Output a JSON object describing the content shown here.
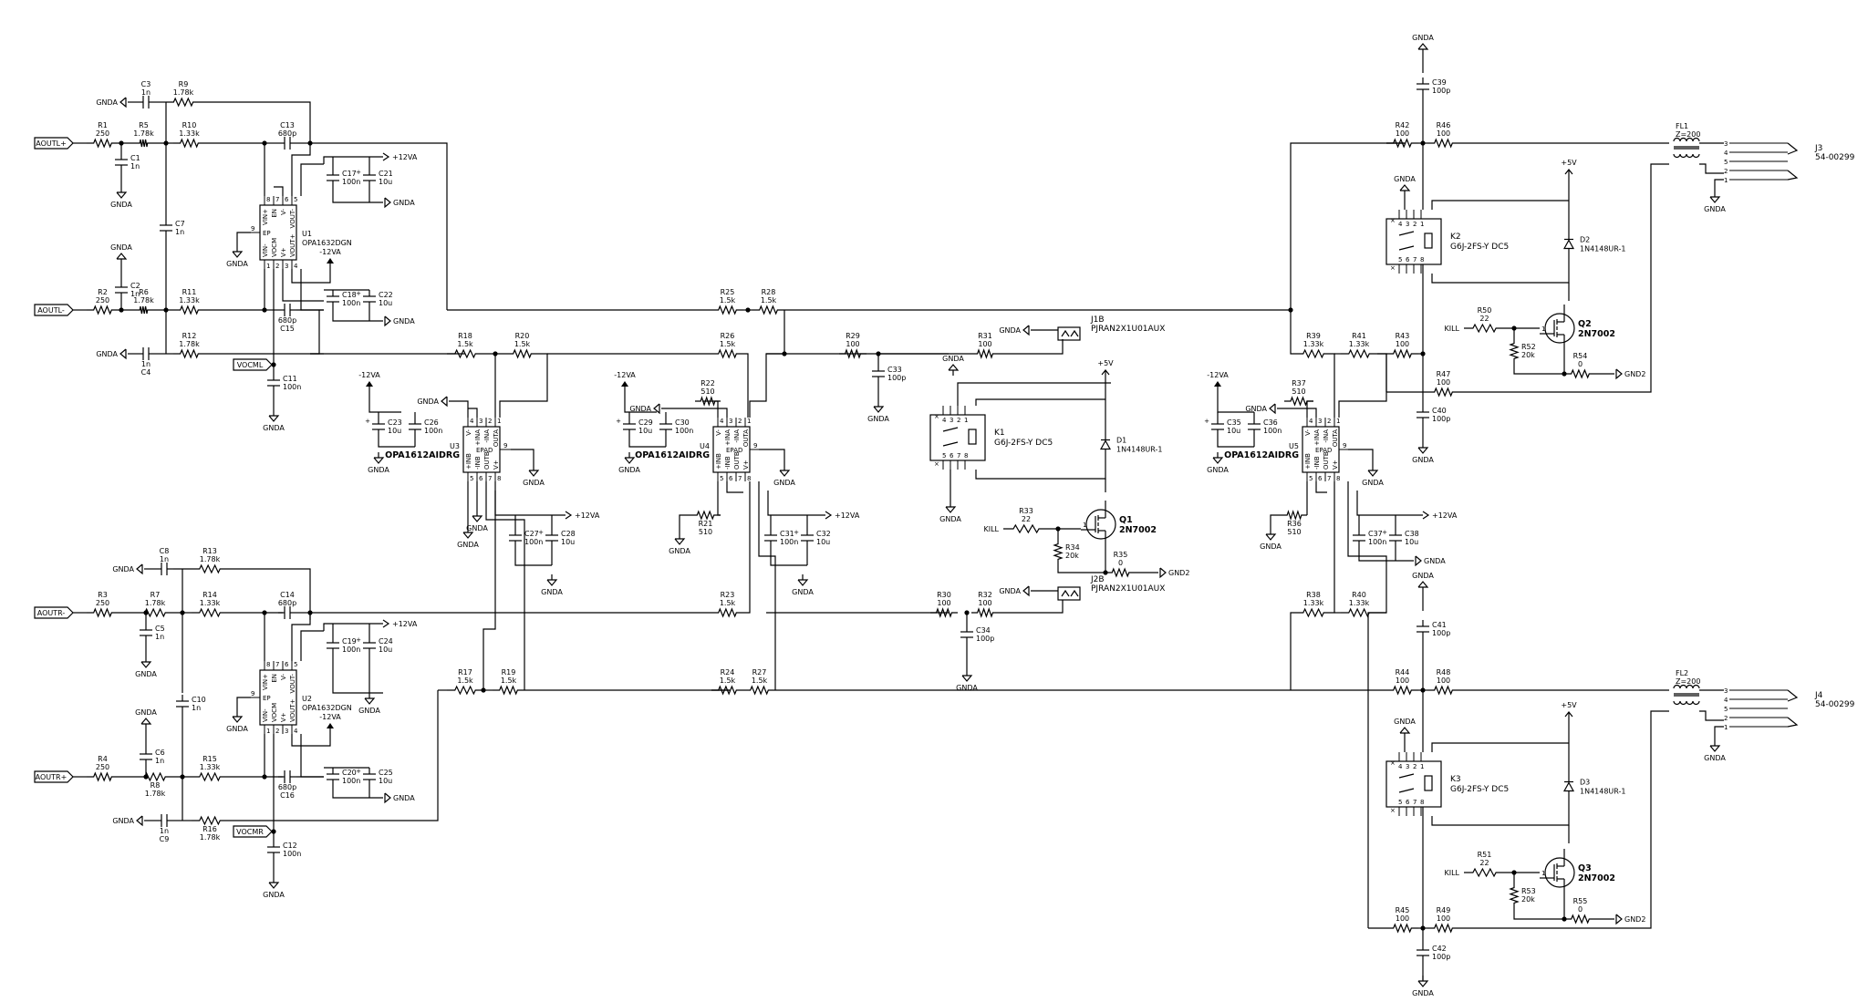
{
  "nets": {
    "aoutl_p": "AOUTL+",
    "aoutl_n": "AOUTL-",
    "aoutr_n": "AOUTR-",
    "aoutr_p": "AOUTR+",
    "vocml": "VOCML",
    "vocmr": "VOCMR"
  },
  "power": {
    "gnda": "GNDA",
    "gnd2": "GND2",
    "p12va": "+12VA",
    "m12va": "-12VA",
    "p5v": "+5V",
    "kill": "KILL"
  },
  "resistors": [
    {
      "ref": "R1",
      "val": "250"
    },
    {
      "ref": "R2",
      "val": "250"
    },
    {
      "ref": "R3",
      "val": "250"
    },
    {
      "ref": "R4",
      "val": "250"
    },
    {
      "ref": "R5",
      "val": "1.78k"
    },
    {
      "ref": "R6",
      "val": "1.78k"
    },
    {
      "ref": "R7",
      "val": "1.78k"
    },
    {
      "ref": "R8",
      "val": "1.78k"
    },
    {
      "ref": "R9",
      "val": "1.78k"
    },
    {
      "ref": "R10",
      "val": "1.33k"
    },
    {
      "ref": "R11",
      "val": "1.33k"
    },
    {
      "ref": "R12",
      "val": "1.78k"
    },
    {
      "ref": "R13",
      "val": "1.78k"
    },
    {
      "ref": "R14",
      "val": "1.33k"
    },
    {
      "ref": "R15",
      "val": "1.33k"
    },
    {
      "ref": "R16",
      "val": "1.78k"
    },
    {
      "ref": "R17",
      "val": "1.5k"
    },
    {
      "ref": "R18",
      "val": "1.5k"
    },
    {
      "ref": "R19",
      "val": "1.5k"
    },
    {
      "ref": "R20",
      "val": "1.5k"
    },
    {
      "ref": "R21",
      "val": "510"
    },
    {
      "ref": "R22",
      "val": "510"
    },
    {
      "ref": "R23",
      "val": "1.5k"
    },
    {
      "ref": "R24",
      "val": "1.5k"
    },
    {
      "ref": "R25",
      "val": "1.5k"
    },
    {
      "ref": "R26",
      "val": "1.5k"
    },
    {
      "ref": "R27",
      "val": "1.5k"
    },
    {
      "ref": "R28",
      "val": "1.5k"
    },
    {
      "ref": "R29",
      "val": "100"
    },
    {
      "ref": "R30",
      "val": "100"
    },
    {
      "ref": "R31",
      "val": "100"
    },
    {
      "ref": "R32",
      "val": "100"
    },
    {
      "ref": "R33",
      "val": "22"
    },
    {
      "ref": "R34",
      "val": "20k"
    },
    {
      "ref": "R35",
      "val": "0"
    },
    {
      "ref": "R36",
      "val": "510"
    },
    {
      "ref": "R37",
      "val": "510"
    },
    {
      "ref": "R38",
      "val": "1.33k"
    },
    {
      "ref": "R39",
      "val": "1.33k"
    },
    {
      "ref": "R40",
      "val": "1.33k"
    },
    {
      "ref": "R41",
      "val": "1.33k"
    },
    {
      "ref": "R42",
      "val": "100"
    },
    {
      "ref": "R43",
      "val": "100"
    },
    {
      "ref": "R44",
      "val": "100"
    },
    {
      "ref": "R45",
      "val": "100"
    },
    {
      "ref": "R46",
      "val": "100"
    },
    {
      "ref": "R47",
      "val": "100"
    },
    {
      "ref": "R48",
      "val": "100"
    },
    {
      "ref": "R49",
      "val": "100"
    },
    {
      "ref": "R50",
      "val": "22"
    },
    {
      "ref": "R51",
      "val": "22"
    },
    {
      "ref": "R52",
      "val": "20k"
    },
    {
      "ref": "R53",
      "val": "20k"
    },
    {
      "ref": "R54",
      "val": "0"
    },
    {
      "ref": "R55",
      "val": "0"
    }
  ],
  "capacitors": [
    {
      "ref": "C1",
      "val": "1n"
    },
    {
      "ref": "C2",
      "val": "1n"
    },
    {
      "ref": "C3",
      "val": "1n"
    },
    {
      "ref": "C4",
      "val": "1n"
    },
    {
      "ref": "C5",
      "val": "1n"
    },
    {
      "ref": "C6",
      "val": "1n"
    },
    {
      "ref": "C7",
      "val": "1n"
    },
    {
      "ref": "C8",
      "val": "1n"
    },
    {
      "ref": "C9",
      "val": "1n"
    },
    {
      "ref": "C10",
      "val": "1n"
    },
    {
      "ref": "C11",
      "val": "100n"
    },
    {
      "ref": "C12",
      "val": "100n"
    },
    {
      "ref": "C13",
      "val": "680p"
    },
    {
      "ref": "C14",
      "val": "680p"
    },
    {
      "ref": "C15",
      "val": "680p"
    },
    {
      "ref": "C16",
      "val": "680p"
    },
    {
      "ref": "C17",
      "val": "100n"
    },
    {
      "ref": "C18",
      "val": "100n"
    },
    {
      "ref": "C19",
      "val": "100n"
    },
    {
      "ref": "C20",
      "val": "100n"
    },
    {
      "ref": "C21",
      "val": "10u"
    },
    {
      "ref": "C22",
      "val": "10u"
    },
    {
      "ref": "C23",
      "val": "10u"
    },
    {
      "ref": "C24",
      "val": "10u"
    },
    {
      "ref": "C25",
      "val": "10u"
    },
    {
      "ref": "C26",
      "val": "100n"
    },
    {
      "ref": "C27",
      "val": "100n"
    },
    {
      "ref": "C28",
      "val": "10u"
    },
    {
      "ref": "C29",
      "val": "10u"
    },
    {
      "ref": "C30",
      "val": "100n"
    },
    {
      "ref": "C31",
      "val": "100n"
    },
    {
      "ref": "C32",
      "val": "10u"
    },
    {
      "ref": "C33",
      "val": "100p"
    },
    {
      "ref": "C34",
      "val": "100p"
    },
    {
      "ref": "C35",
      "val": "10u"
    },
    {
      "ref": "C36",
      "val": "100n"
    },
    {
      "ref": "C37",
      "val": "100n"
    },
    {
      "ref": "C38",
      "val": "10u"
    },
    {
      "ref": "C39",
      "val": "100p"
    },
    {
      "ref": "C40",
      "val": "100p"
    },
    {
      "ref": "C41",
      "val": "100p"
    },
    {
      "ref": "C42",
      "val": "100p"
    }
  ],
  "ics": [
    {
      "ref": "U1",
      "part": "OPA1632DGN"
    },
    {
      "ref": "U2",
      "part": "OPA1632DGN"
    },
    {
      "ref": "U3",
      "part": "OPA1612AIDRG"
    },
    {
      "ref": "U4",
      "part": "OPA1612AIDRG"
    },
    {
      "ref": "U5",
      "part": "OPA1612AIDRG"
    }
  ],
  "relays": [
    {
      "ref": "K1",
      "part": "G6J-2FS-Y DC5"
    },
    {
      "ref": "K2",
      "part": "G6J-2FS-Y DC5"
    },
    {
      "ref": "K3",
      "part": "G6J-2FS-Y DC5"
    }
  ],
  "diodes": [
    {
      "ref": "D1",
      "part": "1N4148UR-1"
    },
    {
      "ref": "D2",
      "part": "1N4148UR-1"
    },
    {
      "ref": "D3",
      "part": "1N4148UR-1"
    }
  ],
  "transistors": [
    {
      "ref": "Q1",
      "part": "2N7002"
    },
    {
      "ref": "Q2",
      "part": "2N7002"
    },
    {
      "ref": "Q3",
      "part": "2N7002"
    }
  ],
  "connectors": [
    {
      "ref": "J1B",
      "part": "PJRAN2X1U01AUX"
    },
    {
      "ref": "J2B",
      "part": "PJRAN2X1U01AUX"
    },
    {
      "ref": "J3",
      "part": "54-00299"
    },
    {
      "ref": "J4",
      "part": "54-00299"
    }
  ],
  "filters": [
    {
      "ref": "FL1",
      "val": "Z=200"
    },
    {
      "ref": "FL2",
      "val": "Z=200"
    }
  ],
  "pins": {
    "opa1632": [
      "VIN+",
      "EN",
      "V-",
      "VOUT-",
      "VIN-",
      "VOCM",
      "V+",
      "VOUT+",
      "EP"
    ],
    "opa1612": [
      "V-",
      "+INA",
      "-INA",
      "OUTA",
      "+INB",
      "-INB",
      "OUTB",
      "V+",
      "EPAD"
    ]
  }
}
